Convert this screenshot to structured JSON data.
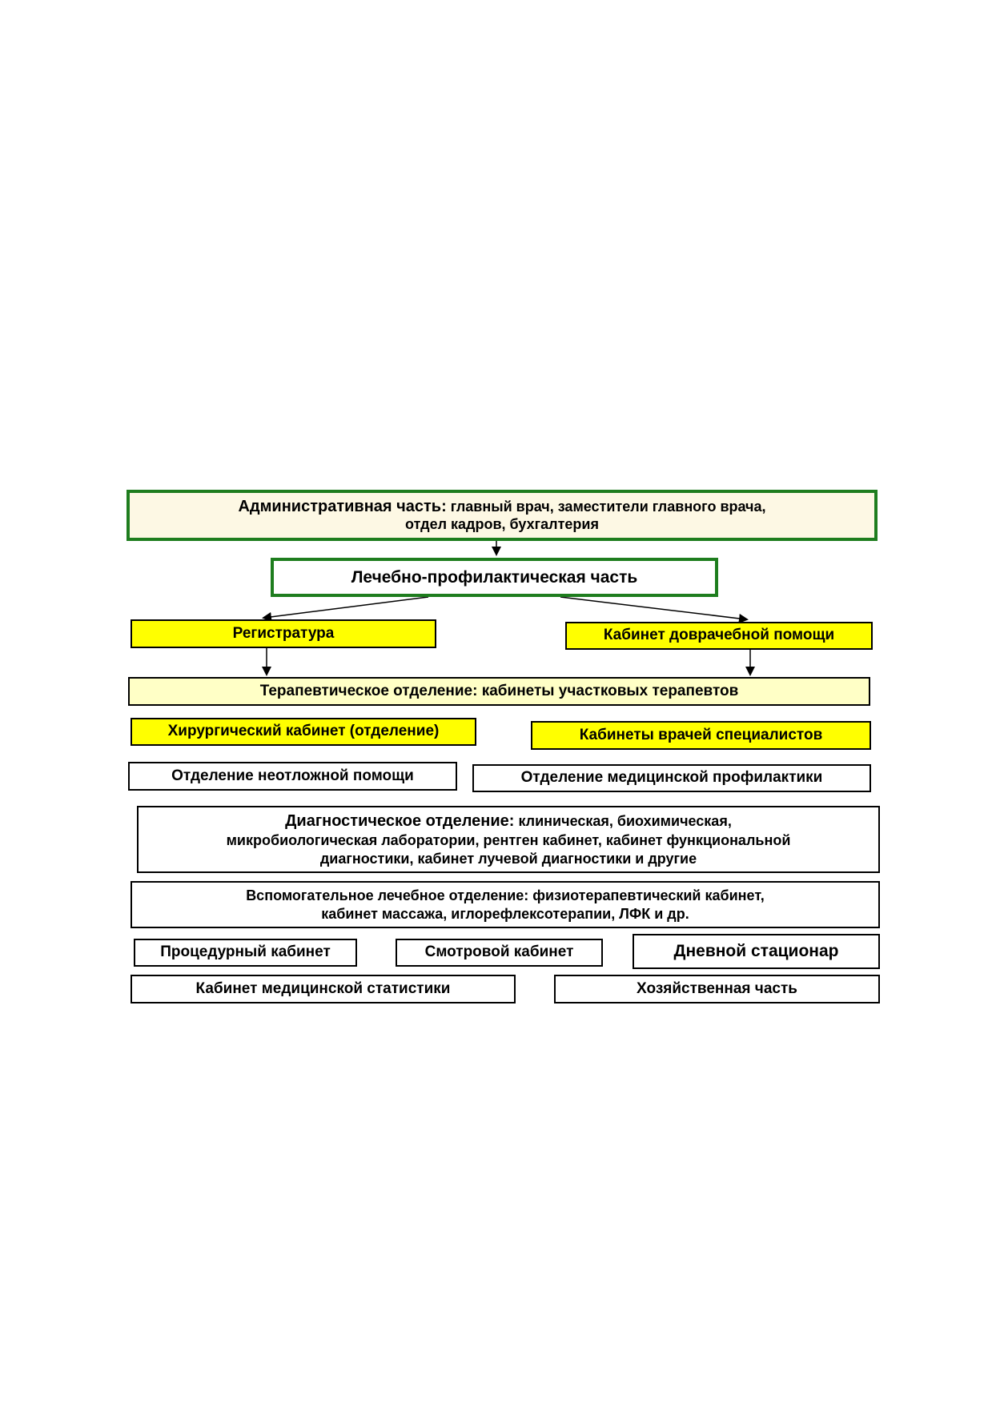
{
  "nodes": {
    "admin": {
      "title": "Административная  часть:",
      "line1": "главный врач,  заместители главного врача,",
      "line2": "отдел кадров,  бухгалтерия"
    },
    "treatment": {
      "label": "Лечебно-профилактическая часть"
    },
    "registry": {
      "label": "Регистратура"
    },
    "prehospital": {
      "label": "Кабинет доврачебной помощи"
    },
    "therapy": {
      "label": "Терапевтическое отделение: кабинеты участковых терапевтов"
    },
    "surgery": {
      "label": "Хирургический кабинет (отделение)"
    },
    "specialists": {
      "label": "Кабинеты врачей специалистов"
    },
    "emergency": {
      "label": "Отделение неотложной помощи"
    },
    "prevention": {
      "label": "Отделение медицинской профилактики"
    },
    "diagnostic": {
      "title": "Диагностическое отделение:",
      "line1": "клиническая, биохимическая,",
      "line2": "микробиологическая лаборатории, рентген кабинет, кабинет функциональной",
      "line3": "диагностики, кабинет лучевой диагностики и другие"
    },
    "auxiliary": {
      "line1": "Вспомогательное лечебное отделение: физиотерапевтический кабинет,",
      "line2": "кабинет массажа, иглорефлексотерапии, ЛФК и др."
    },
    "procedure": {
      "label": "Процедурный кабинет"
    },
    "exam": {
      "label": "Смотровой кабинет"
    },
    "dayhospital": {
      "label": "Дневной  стационар"
    },
    "statistics": {
      "label": "Кабинет медицинской статистики"
    },
    "household": {
      "label": "Хозяйственная часть"
    }
  },
  "colors": {
    "green_border": "#1e7d1e",
    "yellow": "#ffff00",
    "light_yellow": "#ffffc6",
    "beige": "#fdf8e4"
  }
}
